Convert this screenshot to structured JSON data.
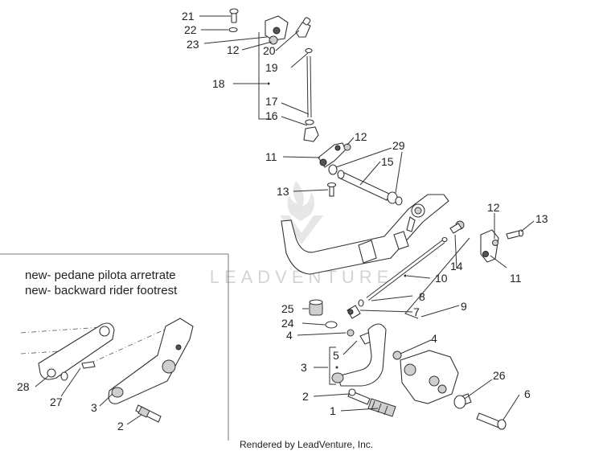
{
  "diagram": {
    "watermark": "LEADVENTURE",
    "notes": [
      "new- pedane pilota arretrate",
      "new- backward rider footrest"
    ],
    "footer": "Rendered by LeadVenture, Inc.",
    "callouts": [
      {
        "id": "c21",
        "text": "21"
      },
      {
        "id": "c22",
        "text": "22"
      },
      {
        "id": "c23",
        "text": "23"
      },
      {
        "id": "c12a",
        "text": "12"
      },
      {
        "id": "c20",
        "text": "20"
      },
      {
        "id": "c19",
        "text": "19"
      },
      {
        "id": "c18",
        "text": "18"
      },
      {
        "id": "c17",
        "text": "17"
      },
      {
        "id": "c16",
        "text": "16"
      },
      {
        "id": "c12b",
        "text": "12"
      },
      {
        "id": "c11a",
        "text": "11"
      },
      {
        "id": "c29",
        "text": "29"
      },
      {
        "id": "c15",
        "text": "15"
      },
      {
        "id": "c13a",
        "text": "13"
      },
      {
        "id": "c12c",
        "text": "12"
      },
      {
        "id": "c13b",
        "text": "13"
      },
      {
        "id": "c14",
        "text": "14"
      },
      {
        "id": "c10",
        "text": "10"
      },
      {
        "id": "c11b",
        "text": "11"
      },
      {
        "id": "c8",
        "text": "8"
      },
      {
        "id": "c9",
        "text": "9"
      },
      {
        "id": "c25",
        "text": "25"
      },
      {
        "id": "c7",
        "text": "7"
      },
      {
        "id": "c24",
        "text": "24"
      },
      {
        "id": "c4a",
        "text": "4"
      },
      {
        "id": "c4b",
        "text": "4"
      },
      {
        "id": "c5",
        "text": "5"
      },
      {
        "id": "c3a",
        "text": "3"
      },
      {
        "id": "c26",
        "text": "26"
      },
      {
        "id": "c6",
        "text": "6"
      },
      {
        "id": "c2a",
        "text": "2"
      },
      {
        "id": "c1",
        "text": "1"
      },
      {
        "id": "c28",
        "text": "28"
      },
      {
        "id": "c27",
        "text": "27"
      },
      {
        "id": "c3b",
        "text": "3"
      },
      {
        "id": "c2b",
        "text": "2"
      }
    ]
  }
}
